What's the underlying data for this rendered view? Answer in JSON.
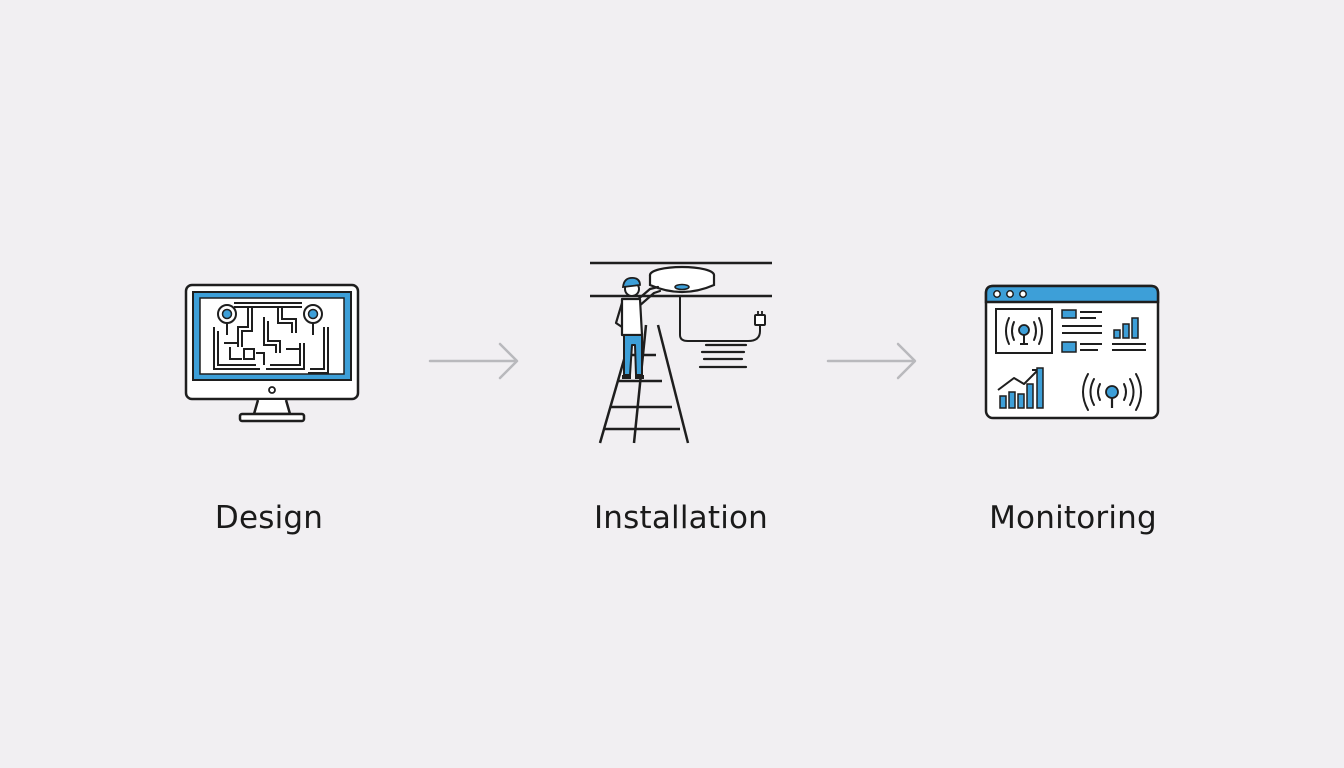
{
  "colors": {
    "background": "#f1eff2",
    "accent": "#3d9fd8",
    "stroke": "#1e1e1e",
    "arrow": "#b9b9bd"
  },
  "steps": [
    {
      "label": "Design",
      "icon": "monitor-floorplan-icon"
    },
    {
      "label": "Installation",
      "icon": "technician-ladder-icon"
    },
    {
      "label": "Monitoring",
      "icon": "dashboard-window-icon"
    }
  ],
  "connectors": [
    {
      "icon": "arrow-right-icon"
    },
    {
      "icon": "arrow-right-icon"
    }
  ]
}
